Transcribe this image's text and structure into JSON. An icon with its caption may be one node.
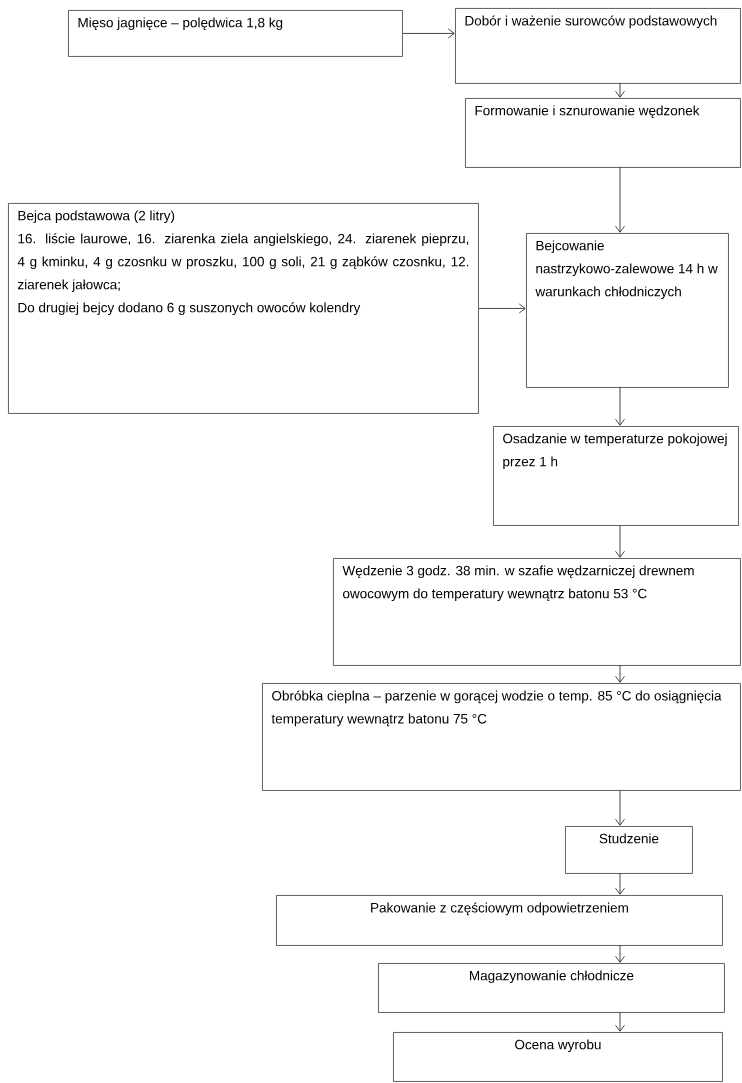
{
  "diagram": {
    "nodes": [
      {
        "text": [
          "Mięso jagnięce – polędwica 1,8 kg"
        ]
      },
      {
        "text": [
          "Dobór i ważenie surowców podstawowych"
        ]
      },
      {
        "text": [
          "Formowanie i sznurowanie wędzonek"
        ]
      },
      {
        "text": [
          "Bejca podstawowa (2 litry)",
          "16. liście laurowe, 16. ziarenka ziela angielskiego, 24. ziarenek pieprzu, 4 g kminku, 4 g czosnku w proszku, 100 g soli, 21 g ząbków czosnku, 12. ziarenek jałowca;",
          "Do drugiej bejcy dodano 6 g suszonych owoców kolendry"
        ]
      },
      {
        "text": [
          "Bejcowanie nastrzykowo-zalewowe 14 h w warunkach chłodniczych"
        ]
      },
      {
        "text": [
          "Osadzanie w temperaturze pokojowej przez 1 h"
        ]
      },
      {
        "text": [
          "Wędzenie 3 godz. 38 min. w szafie wędzarniczej drewnem owocowym do temperatury wewnątrz batonu 53 °C"
        ]
      },
      {
        "text": [
          "Obróbka cieplna – parzenie w gorącej wodzie o temp. 85 °C do osiągnięcia temperatury wewnątrz batonu 75 °C"
        ]
      },
      {
        "text": [
          "Studzenie"
        ]
      },
      {
        "text": [
          "Pakowanie z częściowym odpowietrzeniem"
        ]
      },
      {
        "text": [
          "Magazynowanie chłodnicze"
        ]
      },
      {
        "text": [
          "Ocena wyrobu"
        ]
      }
    ],
    "edges": [
      {
        "from": 0,
        "to": 1,
        "arrow": "to"
      },
      {
        "from": 1,
        "to": 2,
        "arrow": "to"
      },
      {
        "from": 2,
        "to": 4,
        "arrow": "to"
      },
      {
        "from": 3,
        "to": 4,
        "arrow": "to"
      },
      {
        "from": 4,
        "to": 5,
        "arrow": "to"
      },
      {
        "from": 5,
        "to": 6,
        "arrow": "to"
      },
      {
        "from": 6,
        "to": 7,
        "arrow": "to"
      },
      {
        "from": 7,
        "to": 8,
        "arrow": "to"
      },
      {
        "from": 8,
        "to": 9,
        "arrow": "to"
      },
      {
        "from": 9,
        "to": 10,
        "arrow": "to"
      },
      {
        "from": 10,
        "to": 11,
        "arrow": "to"
      }
    ]
  }
}
